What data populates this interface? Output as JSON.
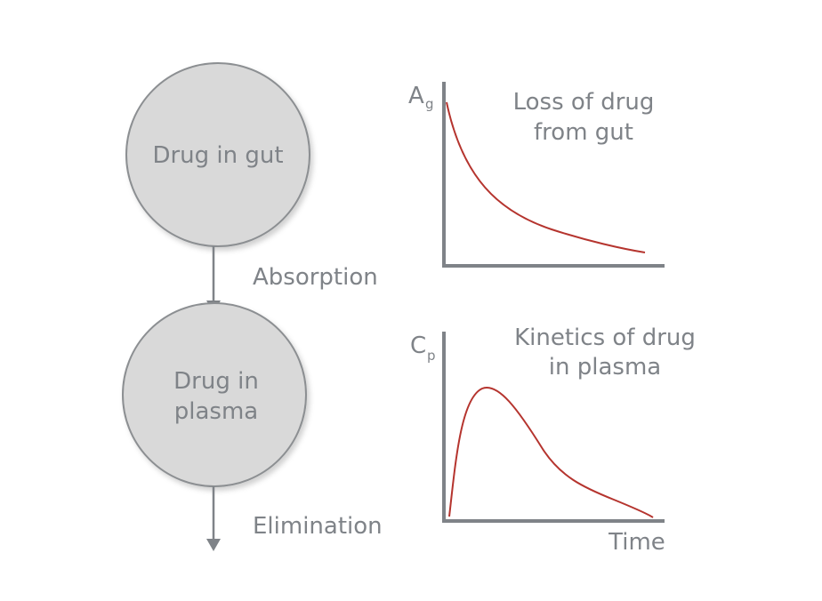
{
  "diagram": {
    "nodes": [
      {
        "id": "gut",
        "lines": [
          "Drug in gut"
        ]
      },
      {
        "id": "plasma",
        "lines": [
          "Drug in",
          "plasma"
        ]
      }
    ],
    "edges": [
      {
        "from": "gut",
        "to": "plasma",
        "label": "Absorption"
      },
      {
        "from": "plasma",
        "to": "out",
        "label": "Elimination"
      }
    ]
  },
  "plots": [
    {
      "id": "gut-plot",
      "title_lines": [
        "Loss of drug",
        "from gut"
      ],
      "ylabel_main": "A",
      "ylabel_sub": "g",
      "xlabel": "",
      "curve_shape": "exponential-decay"
    },
    {
      "id": "plasma-plot",
      "title_lines": [
        "Kinetics of drug",
        "in plasma"
      ],
      "ylabel_main": "C",
      "ylabel_sub": "p",
      "xlabel": "Time",
      "curve_shape": "rise-then-fall"
    }
  ],
  "colors": {
    "node_fill": "#d9d9d9",
    "node_stroke": "#8c8f92",
    "axis": "#7f8388",
    "curve": "#b5342e",
    "text": "#7f8388"
  }
}
